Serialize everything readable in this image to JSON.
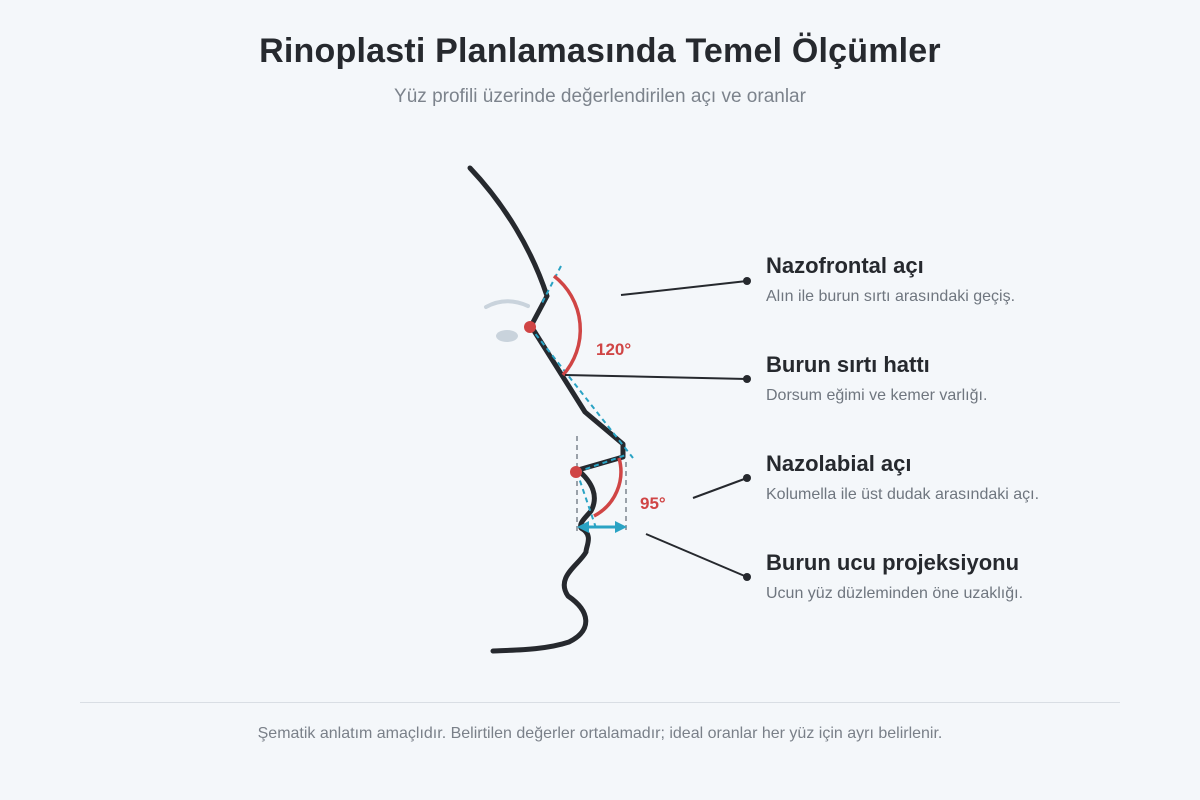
{
  "header": {
    "title": "Rinoplasti Planlamasında Temel Ölçümler",
    "subtitle": "Yüz profili üzerinde değerlendirilen açı ve oranlar"
  },
  "angles": {
    "nasofrontal_value": "120°",
    "nasolabial_value": "95°"
  },
  "labels": [
    {
      "title": "Nazofrontal açı",
      "desc": "Alın ile burun sırtı arasındaki geçiş."
    },
    {
      "title": "Burun sırtı hattı",
      "desc": "Dorsum eğimi ve kemer varlığı."
    },
    {
      "title": "Nazolabial açı",
      "desc": "Kolumella ile üst dudak arasındaki açı."
    },
    {
      "title": "Burun ucu projeksiyonu",
      "desc": "Ucun yüz düzleminden öne uzaklığı."
    }
  ],
  "footer": {
    "note": "Şematik anlatım amaçlıdır. Belirtilen değerler ortalamadır; ideal oranlar her yüz için ayrı belirlenir."
  },
  "colors": {
    "profile": "#26292e",
    "angle_arc": "#d04545",
    "guide": "#2aa3c4",
    "leader": "#26292e",
    "eye": "#c9d3dc"
  }
}
